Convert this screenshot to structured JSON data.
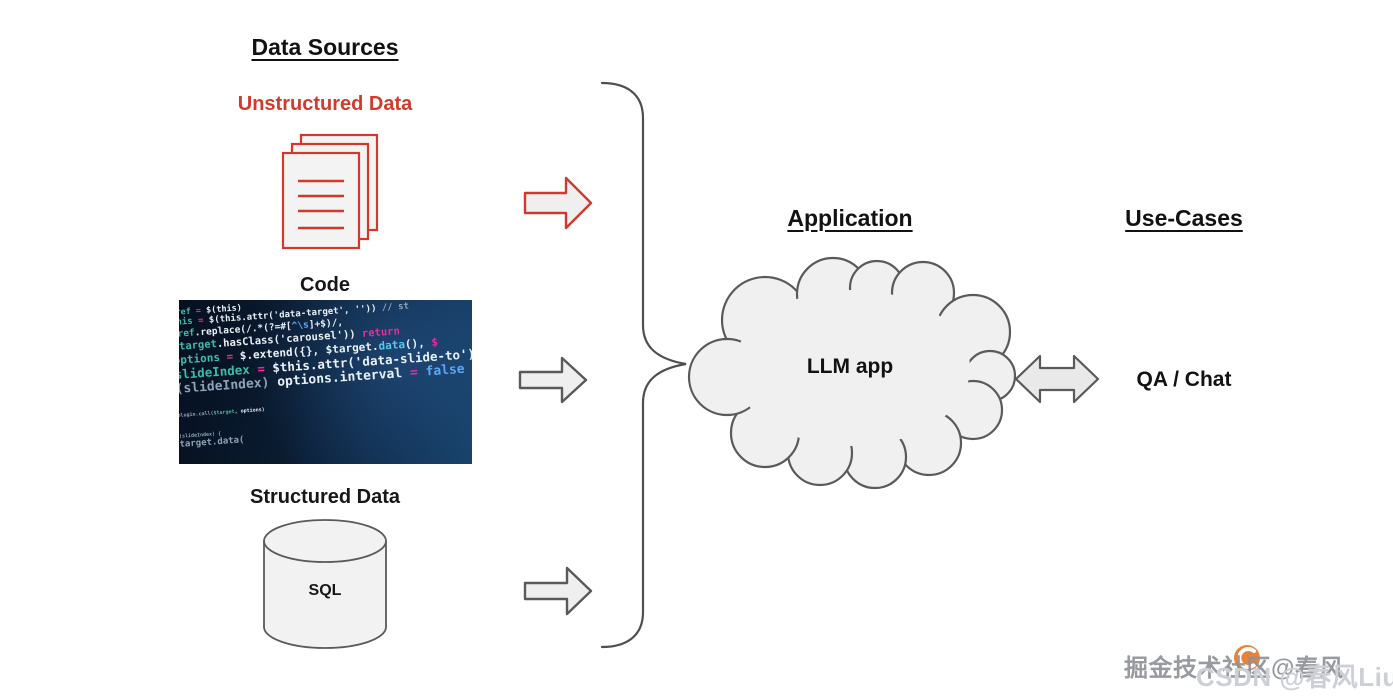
{
  "headings": {
    "data_sources": "Data Sources",
    "application": "Application",
    "use_cases": "Use-Cases"
  },
  "sources": {
    "unstructured_label": "Unstructured Data",
    "code_label": "Code",
    "structured_label": "Structured Data",
    "database_label": "SQL"
  },
  "application": {
    "cloud_label": "LLM app"
  },
  "use_cases": {
    "qa_chat_label": "QA / Chat"
  },
  "code_image": {
    "palette": {
      "teal": "#3cbcaa",
      "white": "#e9f0f7",
      "magenta": "#f3269b",
      "cyan": "#54c8ee",
      "blue": "#5da8f5",
      "gray": "#8fa3b8"
    },
    "lines": [
      [
        {
          "c": "teal",
          "t": "href "
        },
        {
          "c": "magenta",
          "t": "= "
        },
        {
          "c": "white",
          "t": "$(this)"
        }
      ],
      [
        {
          "c": "teal",
          "t": "this "
        },
        {
          "c": "magenta",
          "t": "= "
        },
        {
          "c": "white",
          "t": "$(this.attr('data-target', '')) "
        },
        {
          "c": "gray",
          "t": "// st"
        }
      ],
      [
        {
          "c": "teal",
          "t": "href"
        },
        {
          "c": "white",
          "t": ".replace(/.*(?=#["
        },
        {
          "c": "blue",
          "t": "^\\s"
        },
        {
          "c": "white",
          "t": "]+$)/,"
        }
      ],
      [
        {
          "c": "white",
          "t": "$"
        },
        {
          "c": "teal",
          "t": "target"
        },
        {
          "c": "white",
          "t": ".hasClass('carousel')) "
        },
        {
          "c": "magenta",
          "t": "return"
        }
      ],
      [
        {
          "c": "teal",
          "t": "options "
        },
        {
          "c": "magenta",
          "t": "= "
        },
        {
          "c": "white",
          "t": "$.extend({}, $target."
        },
        {
          "c": "cyan",
          "t": "data"
        },
        {
          "c": "white",
          "t": "(), "
        },
        {
          "c": "magenta",
          "t": "$"
        }
      ],
      [
        {
          "c": "teal",
          "t": "slideIndex "
        },
        {
          "c": "magenta",
          "t": "= "
        },
        {
          "c": "white",
          "t": "$this.attr('data-slide-to')"
        }
      ],
      [
        {
          "c": "gray",
          "t": "(slideIndex) "
        },
        {
          "c": "white",
          "t": "options.interval "
        },
        {
          "c": "magenta",
          "t": "= "
        },
        {
          "c": "blue",
          "t": "false"
        }
      ],
      [],
      [
        {
          "c": "gray",
          "t": "plugin.call("
        },
        {
          "c": "teal",
          "t": "$target"
        },
        {
          "c": "white",
          "t": ", options)"
        }
      ],
      [],
      [
        {
          "c": "gray",
          "t": "(slideIndex) {"
        }
      ],
      [
        {
          "c": "gray",
          "t": "target.data("
        }
      ]
    ]
  },
  "watermark": {
    "juejin_text": "掘金技术社区@春风",
    "csdn_text": "CSDN @春风LiuK"
  },
  "colors": {
    "accent_red": "#cf3a2c",
    "outline_gray": "#5a5a5a",
    "shape_fill": "#f0f0f0"
  }
}
